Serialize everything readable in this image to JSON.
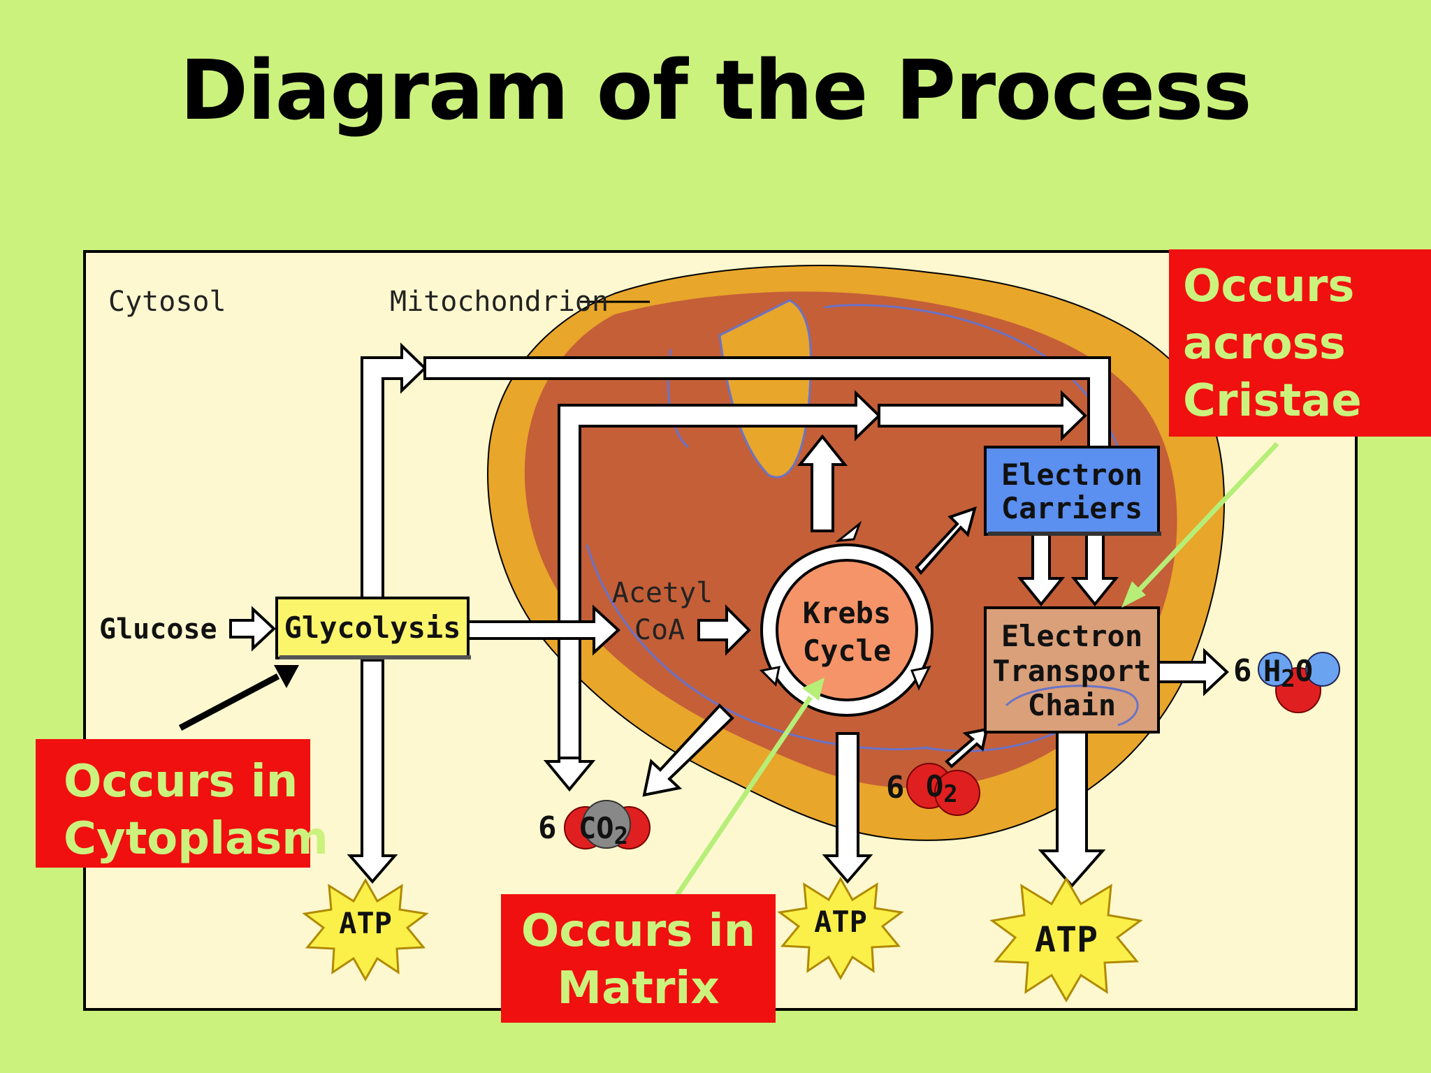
{
  "title": "Diagram of the Process",
  "labels": {
    "cytosol": "Cytosol",
    "mitochondrion": "Mitochondrion",
    "glucose": "Glucose",
    "glycolysis": "Glycolysis",
    "acetyl_line1": "Acetyl",
    "acetyl_line2": "CoA",
    "krebs_line1": "Krebs",
    "krebs_line2": "Cycle",
    "carriers_line1": "Electron",
    "carriers_line2": "Carriers",
    "etc_line1": "Electron",
    "etc_line2": "Transport",
    "etc_line3": "Chain",
    "co2_coef": "6",
    "co2": "CO",
    "co2_sub": "2",
    "o2_coef": "6",
    "o2": "O",
    "o2_sub": "2",
    "h2o_coef": "6",
    "h2o_h": "H",
    "h2o_sub": "2",
    "h2o_o": "O",
    "atp1": "ATP",
    "atp2": "ATP",
    "atp3": "ATP"
  },
  "callouts": {
    "cytoplasm": [
      "Occurs in",
      "Cytoplasm"
    ],
    "matrix": [
      "Occurs in",
      "Matrix"
    ],
    "cristae": [
      "Occurs",
      "across",
      "Cristae"
    ]
  },
  "colors": {
    "background": "#ccf27e",
    "panel": "#fdf8cf",
    "mito_outer": "#e8a62a",
    "mito_inner": "#c45f38",
    "glycolysis_box": "#fbf56c",
    "carriers_box": "#5b8ff0",
    "etc_box": "#d9a07a",
    "krebs_fill": "#f59468",
    "callout_red": "#f01010",
    "callout_text": "#ccf27e",
    "atp_star": "#fbf04a"
  }
}
